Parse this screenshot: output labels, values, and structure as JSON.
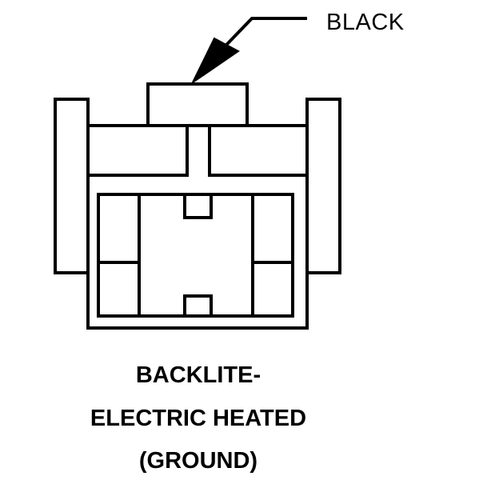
{
  "callout": {
    "color_label": "BLACK"
  },
  "caption": {
    "line1": "BACKLITE-",
    "line2": "ELECTRIC HEATED",
    "line3": "(GROUND)"
  },
  "colors": {
    "ink": "#000000",
    "background": "#ffffff"
  }
}
